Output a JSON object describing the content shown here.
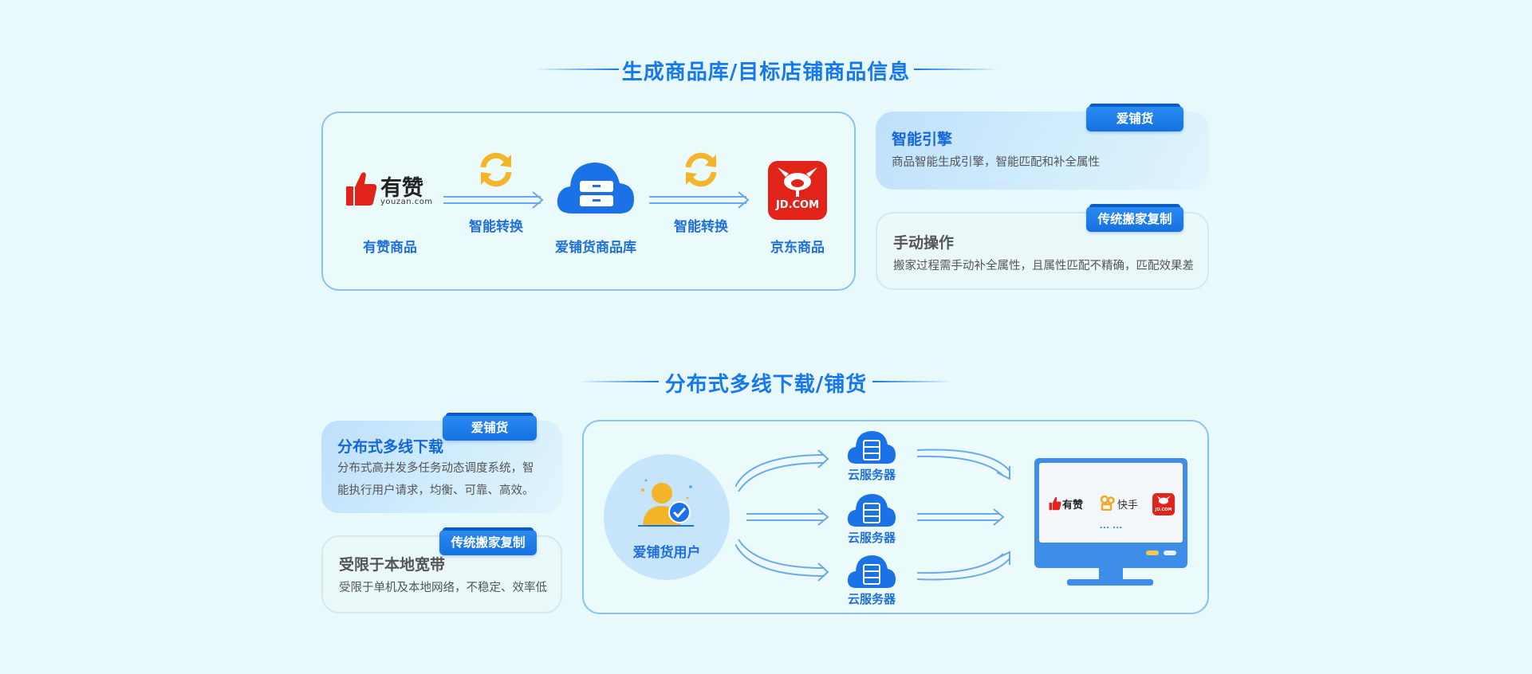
{
  "section1": {
    "title": "生成商品库/目标店铺商品信息",
    "flow": {
      "youzan_logo_text": "有赞",
      "youzan_logo_sub": "youzan.com",
      "youzan_label": "有赞商品",
      "convert1_label": "智能转换",
      "store_label": "爱铺货商品库",
      "convert2_label": "智能转换",
      "jd_logo_text": "JD.COM",
      "jd_label": "京东商品"
    },
    "card_ai": {
      "badge": "爱铺货",
      "title": "智能引擎",
      "desc": "商品智能生成引擎，智能匹配和补全属性"
    },
    "card_traditional": {
      "badge": "传统搬家复制",
      "title": "手动操作",
      "desc": "搬家过程需手动补全属性，且属性匹配不精确，匹配效果差"
    }
  },
  "section2": {
    "title": "分布式多线下载/铺货",
    "card_ai": {
      "badge": "爱铺货",
      "title": "分布式多线下载",
      "desc_line1": "分布式高并发多任务动态调度系统，智",
      "desc_line2": "能执行用户请求，均衡、可靠、高效。"
    },
    "card_traditional": {
      "badge": "传统搬家复制",
      "title": "受限于本地宽带",
      "desc": "受限于单机及本地网络，不稳定、效率低"
    },
    "diagram": {
      "user_label": "爱铺货用户",
      "servers": [
        "云服务器",
        "云服务器",
        "云服务器"
      ],
      "monitor_youzan": "有赞",
      "monitor_kuaishou": "快手",
      "monitor_jd": "JD.COM",
      "monitor_more": "... ..."
    }
  },
  "colors": {
    "accent": "#1677ee",
    "card_blue": "#c9e6fb",
    "orange": "#f5b52a",
    "jd_red": "#e2231a",
    "youzan_red": "#e2231a"
  }
}
